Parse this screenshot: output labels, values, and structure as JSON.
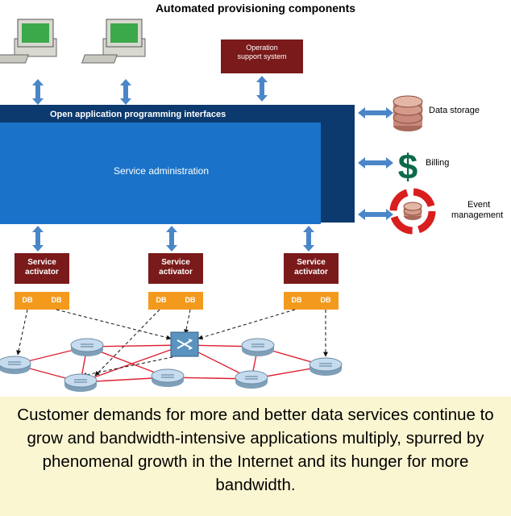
{
  "title": "Automated provisioning components",
  "api_label": "Open application programming interfaces",
  "service_admin_label": "Service administration",
  "oss": {
    "line1": "Operation",
    "line2": "support system"
  },
  "activators": [
    {
      "line1": "Service",
      "line2": "activator",
      "ports": [
        "DB",
        "DB"
      ]
    },
    {
      "line1": "Service",
      "line2": "activator",
      "ports": [
        "DB",
        "DB"
      ]
    },
    {
      "line1": "Service",
      "line2": "activator",
      "ports": [
        "DB",
        "DB"
      ]
    }
  ],
  "side_items": {
    "data_storage": "Data storage",
    "billing": "Billing",
    "event_line1": "Event",
    "event_line2": "management"
  },
  "caption": "Customer demands for more and better data services continue to grow and bandwidth-intensive applications multiply, spurred by phenomenal growth in the Internet and its hunger for more bandwidth.",
  "icons": [
    "workstation-icon",
    "database-icon",
    "dollar-icon",
    "cycle-arrows-icon",
    "router-icon",
    "switch-icon"
  ],
  "colors": {
    "blue": "#1a73c8",
    "navy": "#0c3a6e",
    "maroon": "#7a1a1a",
    "orange": "#f39a1d",
    "arrow": "#4a86c8",
    "link": "#dd2233",
    "caption_bg": "#fbf6d2"
  }
}
